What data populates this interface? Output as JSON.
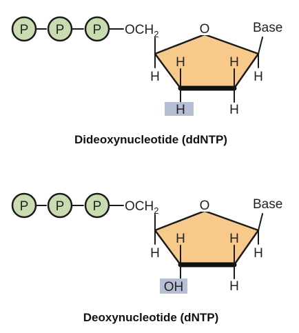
{
  "colors": {
    "phosphate_fill": "#c9dbb1",
    "sugar_fill": "#f7c98a",
    "highlight_fill": "#b6bed3",
    "line": "#1a1a1a"
  },
  "molecules": [
    {
      "phosphate_label": "P",
      "och2_label": "OCH",
      "och2_subscript": "2",
      "ring_oxygen_label": "O",
      "base_label": "Base",
      "h_label": "H",
      "highlight_label": "H",
      "caption": "Dideoxynucleotide (ddNTP)"
    },
    {
      "phosphate_label": "P",
      "och2_label": "OCH",
      "och2_subscript": "2",
      "ring_oxygen_label": "O",
      "base_label": "Base",
      "h_label": "H",
      "highlight_label": "OH",
      "caption": "Deoxynucleotide (dNTP)"
    }
  ]
}
